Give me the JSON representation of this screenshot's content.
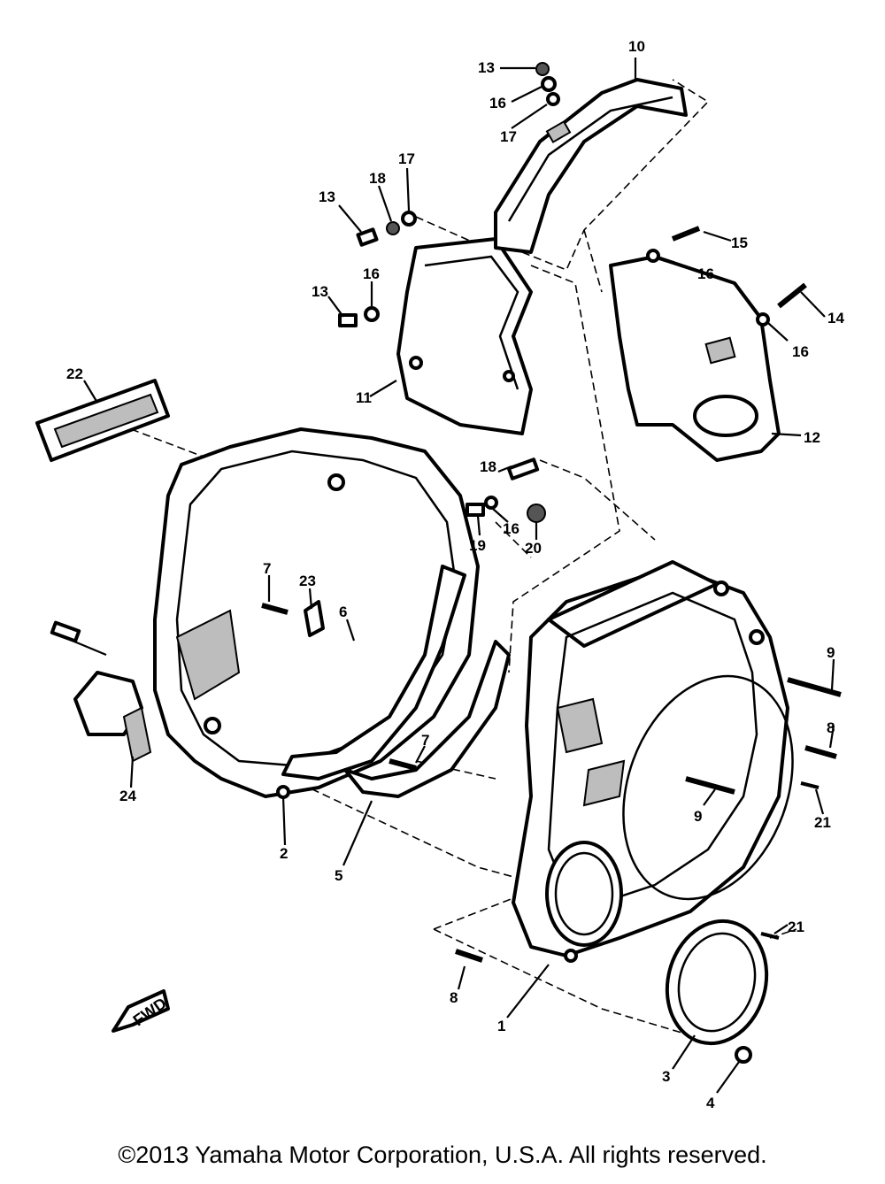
{
  "diagram": {
    "callouts": {
      "c1": "1",
      "c2": "2",
      "c3": "3",
      "c4": "4",
      "c5": "5",
      "c6": "6",
      "c7a": "7",
      "c7b": "7",
      "c8a": "8",
      "c8b": "8",
      "c9a": "9",
      "c9b": "9",
      "c10": "10",
      "c11": "11",
      "c12": "12",
      "c13a": "13",
      "c13b": "13",
      "c13c": "13",
      "c14": "14",
      "c15": "15",
      "c16a": "16",
      "c16b": "16",
      "c16c": "16",
      "c16d": "16",
      "c16e": "16",
      "c17a": "17",
      "c17b": "17",
      "c18a": "18",
      "c18b": "18",
      "c19": "19",
      "c20": "20",
      "c21a": "21",
      "c21b": "21",
      "c22": "22",
      "c23": "23",
      "c24": "24"
    },
    "fwd_label": "FWD"
  },
  "footer": {
    "copyright": "©2013 Yamaha Motor Corporation, U.S.A. All rights reserved."
  }
}
